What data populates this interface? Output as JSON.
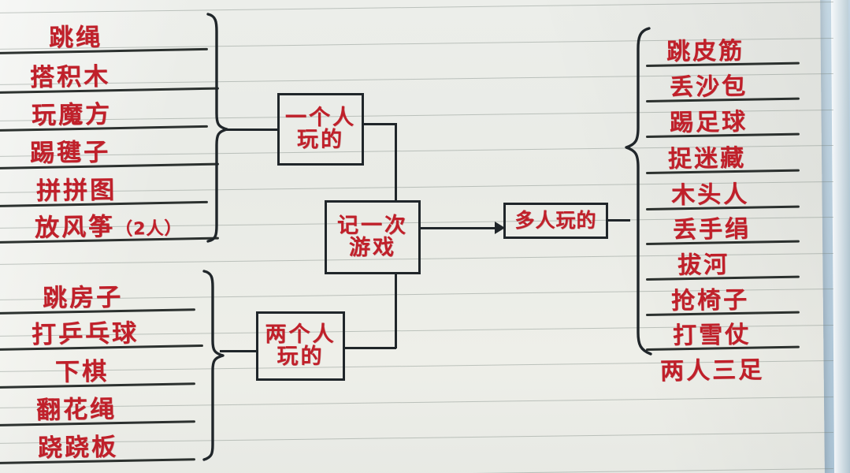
{
  "document": {
    "medium": "handwritten-notebook-paper",
    "title": "记一次游戏",
    "ink_color": "#c0202a",
    "pen_color": "#20262a",
    "paper_color": "#eceeea"
  },
  "center": {
    "root_label": "记一次游戏",
    "branch_solo": "一个人玩的",
    "branch_pair": "两个人玩的",
    "branch_group": "多人玩的"
  },
  "lists": {
    "solo": {
      "group_label": "一个人玩的",
      "items": [
        {
          "text": "跳绳",
          "note": ""
        },
        {
          "text": "搭积木",
          "note": ""
        },
        {
          "text": "玩魔方",
          "note": ""
        },
        {
          "text": "踢毽子",
          "note": ""
        },
        {
          "text": "拼拼图",
          "note": ""
        },
        {
          "text": "放风筝",
          "note": "（2人）"
        }
      ]
    },
    "pair": {
      "group_label": "两个人玩的",
      "items": [
        {
          "text": "跳房子",
          "note": ""
        },
        {
          "text": "打乒乓球",
          "note": ""
        },
        {
          "text": "下棋",
          "note": ""
        },
        {
          "text": "翻花绳",
          "note": ""
        },
        {
          "text": "跷跷板",
          "note": ""
        }
      ]
    },
    "group": {
      "group_label": "多人玩的",
      "items": [
        {
          "text": "跳皮筋",
          "note": ""
        },
        {
          "text": "丢沙包",
          "note": ""
        },
        {
          "text": "踢足球",
          "note": ""
        },
        {
          "text": "捉迷藏",
          "note": ""
        },
        {
          "text": "木头人",
          "note": ""
        },
        {
          "text": "丢手绢",
          "note": ""
        },
        {
          "text": "拔河",
          "note": ""
        },
        {
          "text": "抢椅子",
          "note": ""
        },
        {
          "text": "打雪仗",
          "note": ""
        }
      ],
      "outside_brace": [
        {
          "text": "两人三足",
          "note": ""
        }
      ]
    }
  }
}
